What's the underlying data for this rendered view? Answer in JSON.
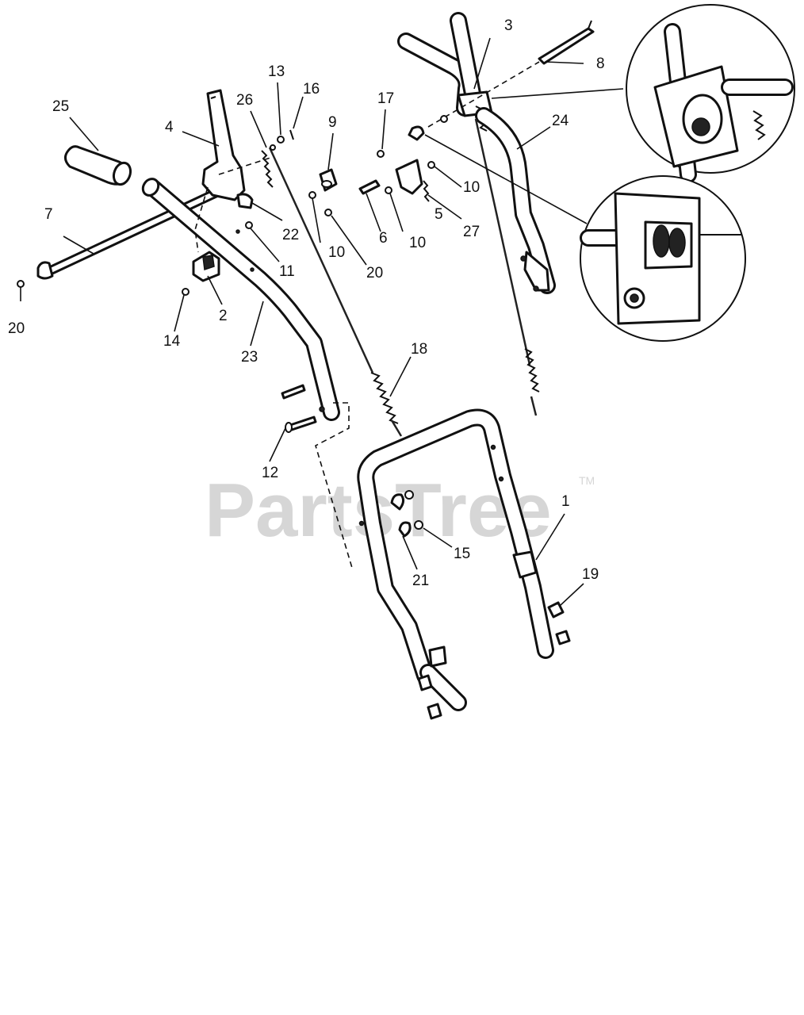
{
  "watermark": {
    "text": "PartsTree",
    "tm": "TM"
  },
  "callouts": {
    "c25": "25",
    "c26": "26",
    "c13": "13",
    "c16": "16",
    "c17": "17",
    "c3": "3",
    "c8": "8",
    "c4": "4",
    "c9": "9",
    "c24": "24",
    "c7": "7",
    "c10a": "10",
    "c10b": "10",
    "c10c": "10",
    "c22": "22",
    "c5": "5",
    "c27": "27",
    "c6": "6",
    "c11": "11",
    "c20a": "20",
    "c20b": "20",
    "c2": "2",
    "c14": "14",
    "c23": "23",
    "c18": "18",
    "c12": "12",
    "c1": "1",
    "c15": "15",
    "c21": "21",
    "c19": "19"
  }
}
